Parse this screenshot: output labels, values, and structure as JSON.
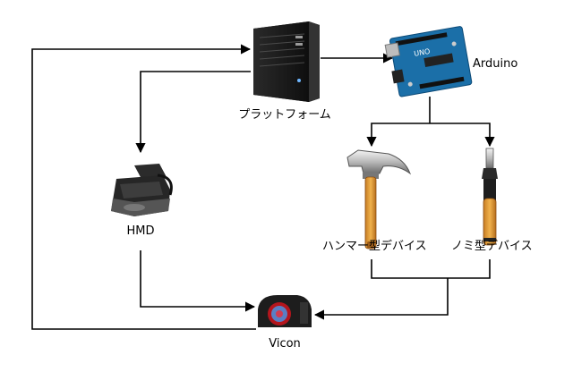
{
  "nodes": {
    "platform": {
      "label": "プラットフォーム",
      "icon": "desktop-tower-icon"
    },
    "arduino": {
      "label": "Arduino",
      "icon": "arduino-board-icon"
    },
    "hmd": {
      "label": "HMD",
      "icon": "vr-headset-icon"
    },
    "hammer": {
      "label": "ハンマー型デバイス",
      "icon": "hammer-icon"
    },
    "chisel": {
      "label": "ノミ型デバイス",
      "icon": "chisel-icon"
    },
    "vicon": {
      "label": "Vicon",
      "icon": "vicon-camera-icon"
    }
  },
  "edges": [
    {
      "from": "platform",
      "to": "arduino"
    },
    {
      "from": "platform",
      "to": "hmd"
    },
    {
      "from": "arduino",
      "to": "hammer"
    },
    {
      "from": "arduino",
      "to": "chisel"
    },
    {
      "from": "hammer",
      "to": "vicon"
    },
    {
      "from": "chisel",
      "to": "vicon"
    },
    {
      "from": "hmd",
      "to": "vicon"
    },
    {
      "from": "vicon",
      "to": "platform"
    }
  ]
}
